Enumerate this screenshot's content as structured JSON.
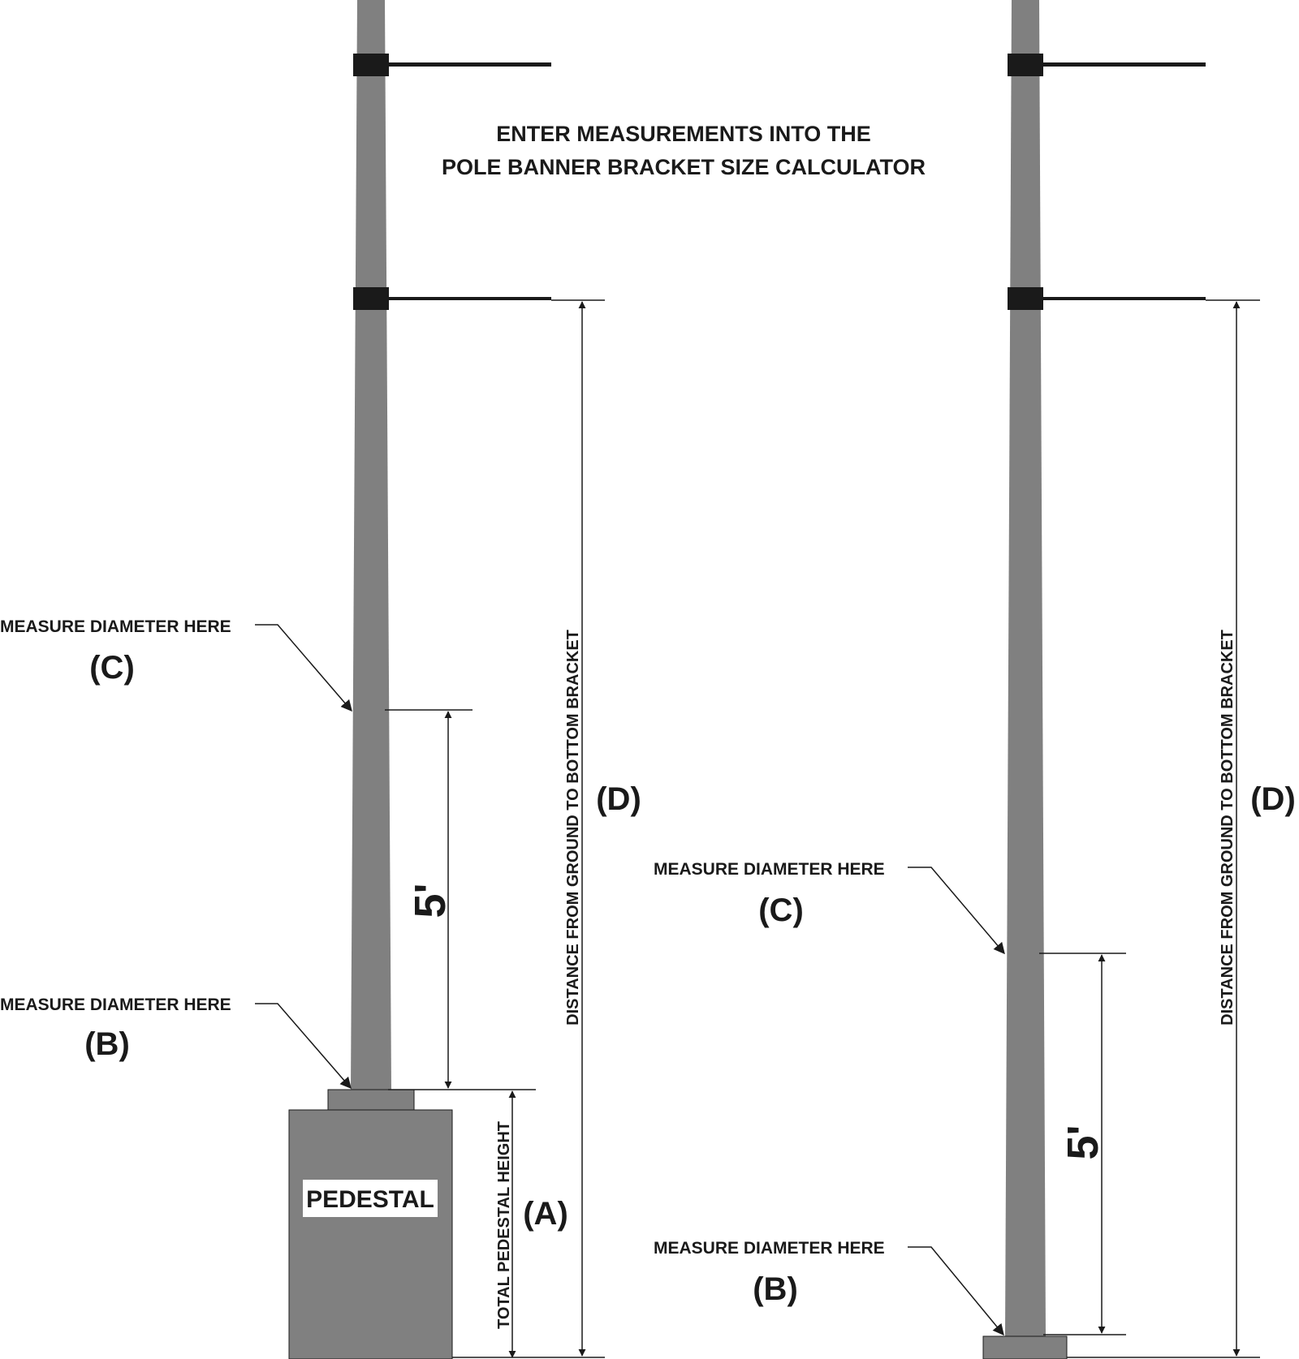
{
  "title": {
    "line1": "ENTER MEASUREMENTS INTO THE",
    "line2": "POLE BANNER BRACKET SIZE CALCULATOR"
  },
  "left_pole": {
    "measure_c_label": "MEASURE DIAMETER HERE",
    "c_letter": "(C)",
    "measure_b_label": "MEASURE DIAMETER HERE",
    "b_letter": "(B)",
    "five_ft": "5'",
    "d_letter": "(D)",
    "d_text": "DISTANCE FROM GROUND TO BOTTOM BRACKET",
    "pedestal_label": "PEDESTAL",
    "a_text": "TOTAL PEDESTAL HEIGHT",
    "a_letter": "(A)"
  },
  "right_pole": {
    "measure_c_label": "MEASURE DIAMETER HERE",
    "c_letter": "(C)",
    "measure_b_label": "MEASURE DIAMETER HERE",
    "b_letter": "(B)",
    "five_ft": "5'",
    "d_letter": "(D)",
    "d_text": "DISTANCE FROM GROUND TO BOTTOM BRACKET"
  },
  "colors": {
    "pole": "#808080",
    "line": "#1a1a1a",
    "bracket": "#1a1a1a"
  }
}
